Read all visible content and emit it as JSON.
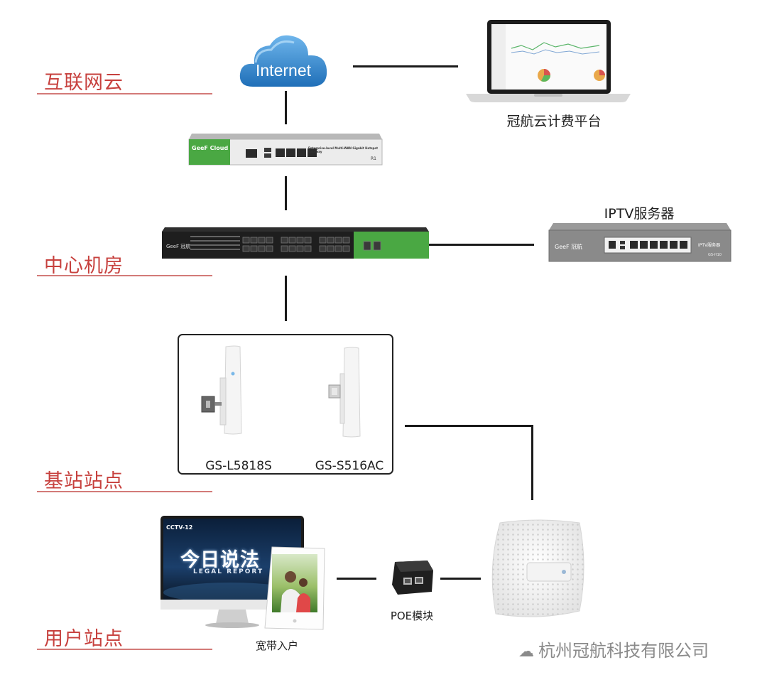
{
  "layers": {
    "internet_cloud": "互联网云",
    "central_room": "中心机房",
    "base_station": "基站站点",
    "user_station": "用户站点"
  },
  "cloud": {
    "label": "Internet"
  },
  "platform": {
    "caption": "冠航云计费平台"
  },
  "gateway": {
    "brand": "GeeF Cloud",
    "model_text": "Enterprise-level Multi-WAN Gigabit Hotspot Gateway",
    "code": "R1"
  },
  "switch": {
    "brand": "GeeF 冠航"
  },
  "iptv": {
    "caption": "IPTV服务器",
    "brand": "GeeF 冠航",
    "panel_text": "IPTV服务器",
    "code": "GS-H10"
  },
  "base_station": {
    "device_1": "GS-L5818S",
    "device_2": "GS-S516AC"
  },
  "user": {
    "broadband_caption": "宽带入户",
    "poe_caption": "POE模块",
    "tv_channel": "CCTV-12",
    "tv_title": "今日说法",
    "tv_subtitle": "LEGAL REPORT"
  },
  "watermark": {
    "text": "杭州冠航科技有限公司"
  },
  "colors": {
    "accent_red": "#c7413e",
    "line": "#1a1a1a",
    "panel_green": "#4aa843"
  }
}
